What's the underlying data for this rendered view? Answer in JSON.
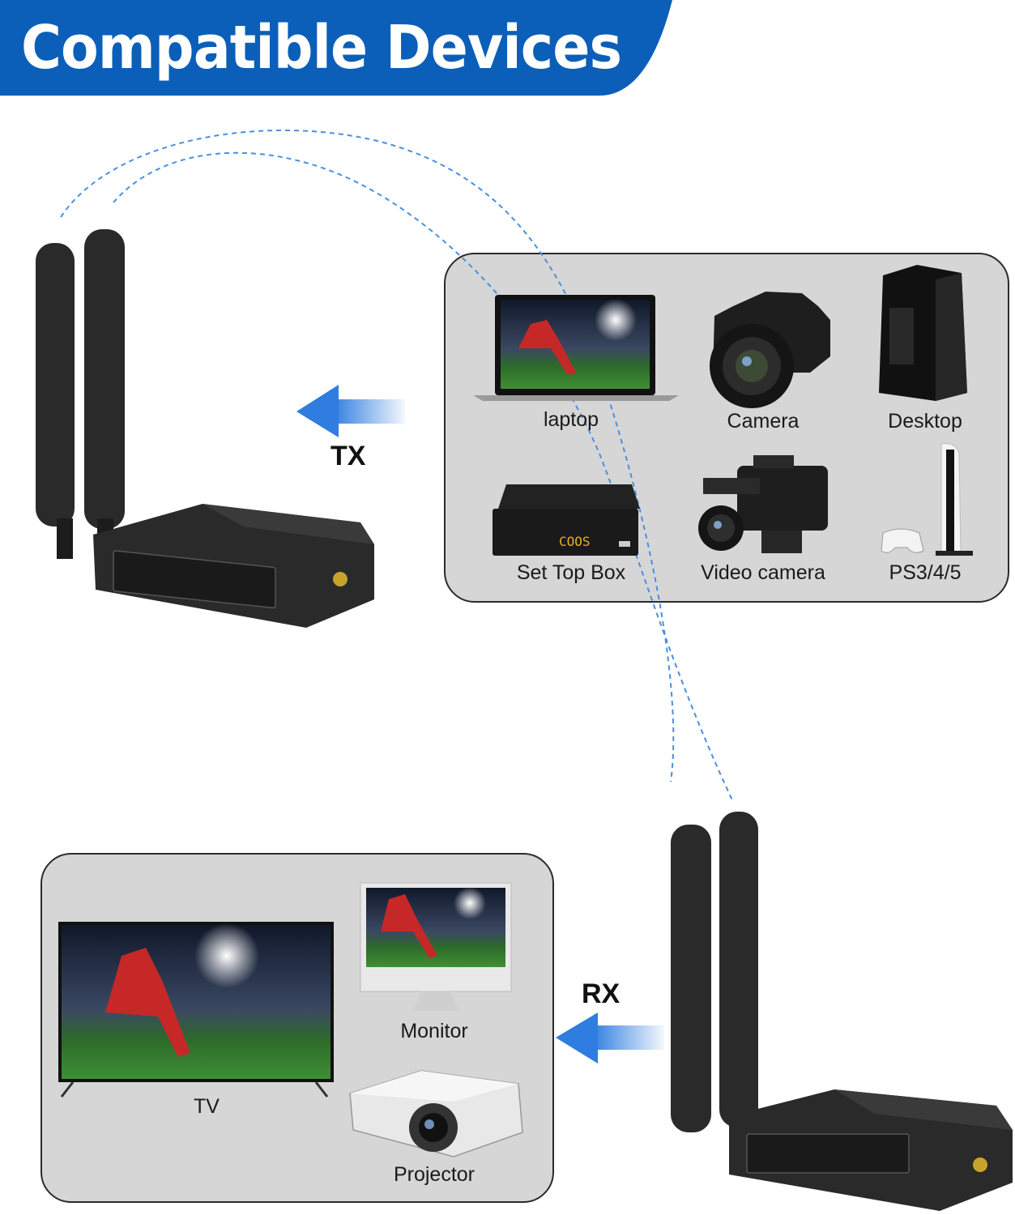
{
  "header": {
    "title": "Compatible Devices",
    "accent_color": "#0b5fb8"
  },
  "transmitter": {
    "label": "TX"
  },
  "receiver": {
    "label": "RX"
  },
  "sources": {
    "items": [
      {
        "label": "laptop",
        "icon": "laptop-icon"
      },
      {
        "label": "Camera",
        "icon": "camera-icon"
      },
      {
        "label": "Desktop",
        "icon": "desktop-icon"
      },
      {
        "label": "Set Top Box",
        "icon": "set-top-box-icon"
      },
      {
        "label": "Video camera",
        "icon": "video-camera-icon"
      },
      {
        "label": "PS3/4/5",
        "icon": "console-icon"
      }
    ]
  },
  "displays": {
    "items": [
      {
        "label": "TV",
        "icon": "tv-icon"
      },
      {
        "label": "Monitor",
        "icon": "monitor-icon"
      },
      {
        "label": "Projector",
        "icon": "projector-icon"
      }
    ]
  },
  "set_top_box_display": "COOS",
  "colors": {
    "signal": "#4a8fe0",
    "arrow": "#2f7de0",
    "panel": "#d6d6d6",
    "device": "#2a2a2a"
  }
}
